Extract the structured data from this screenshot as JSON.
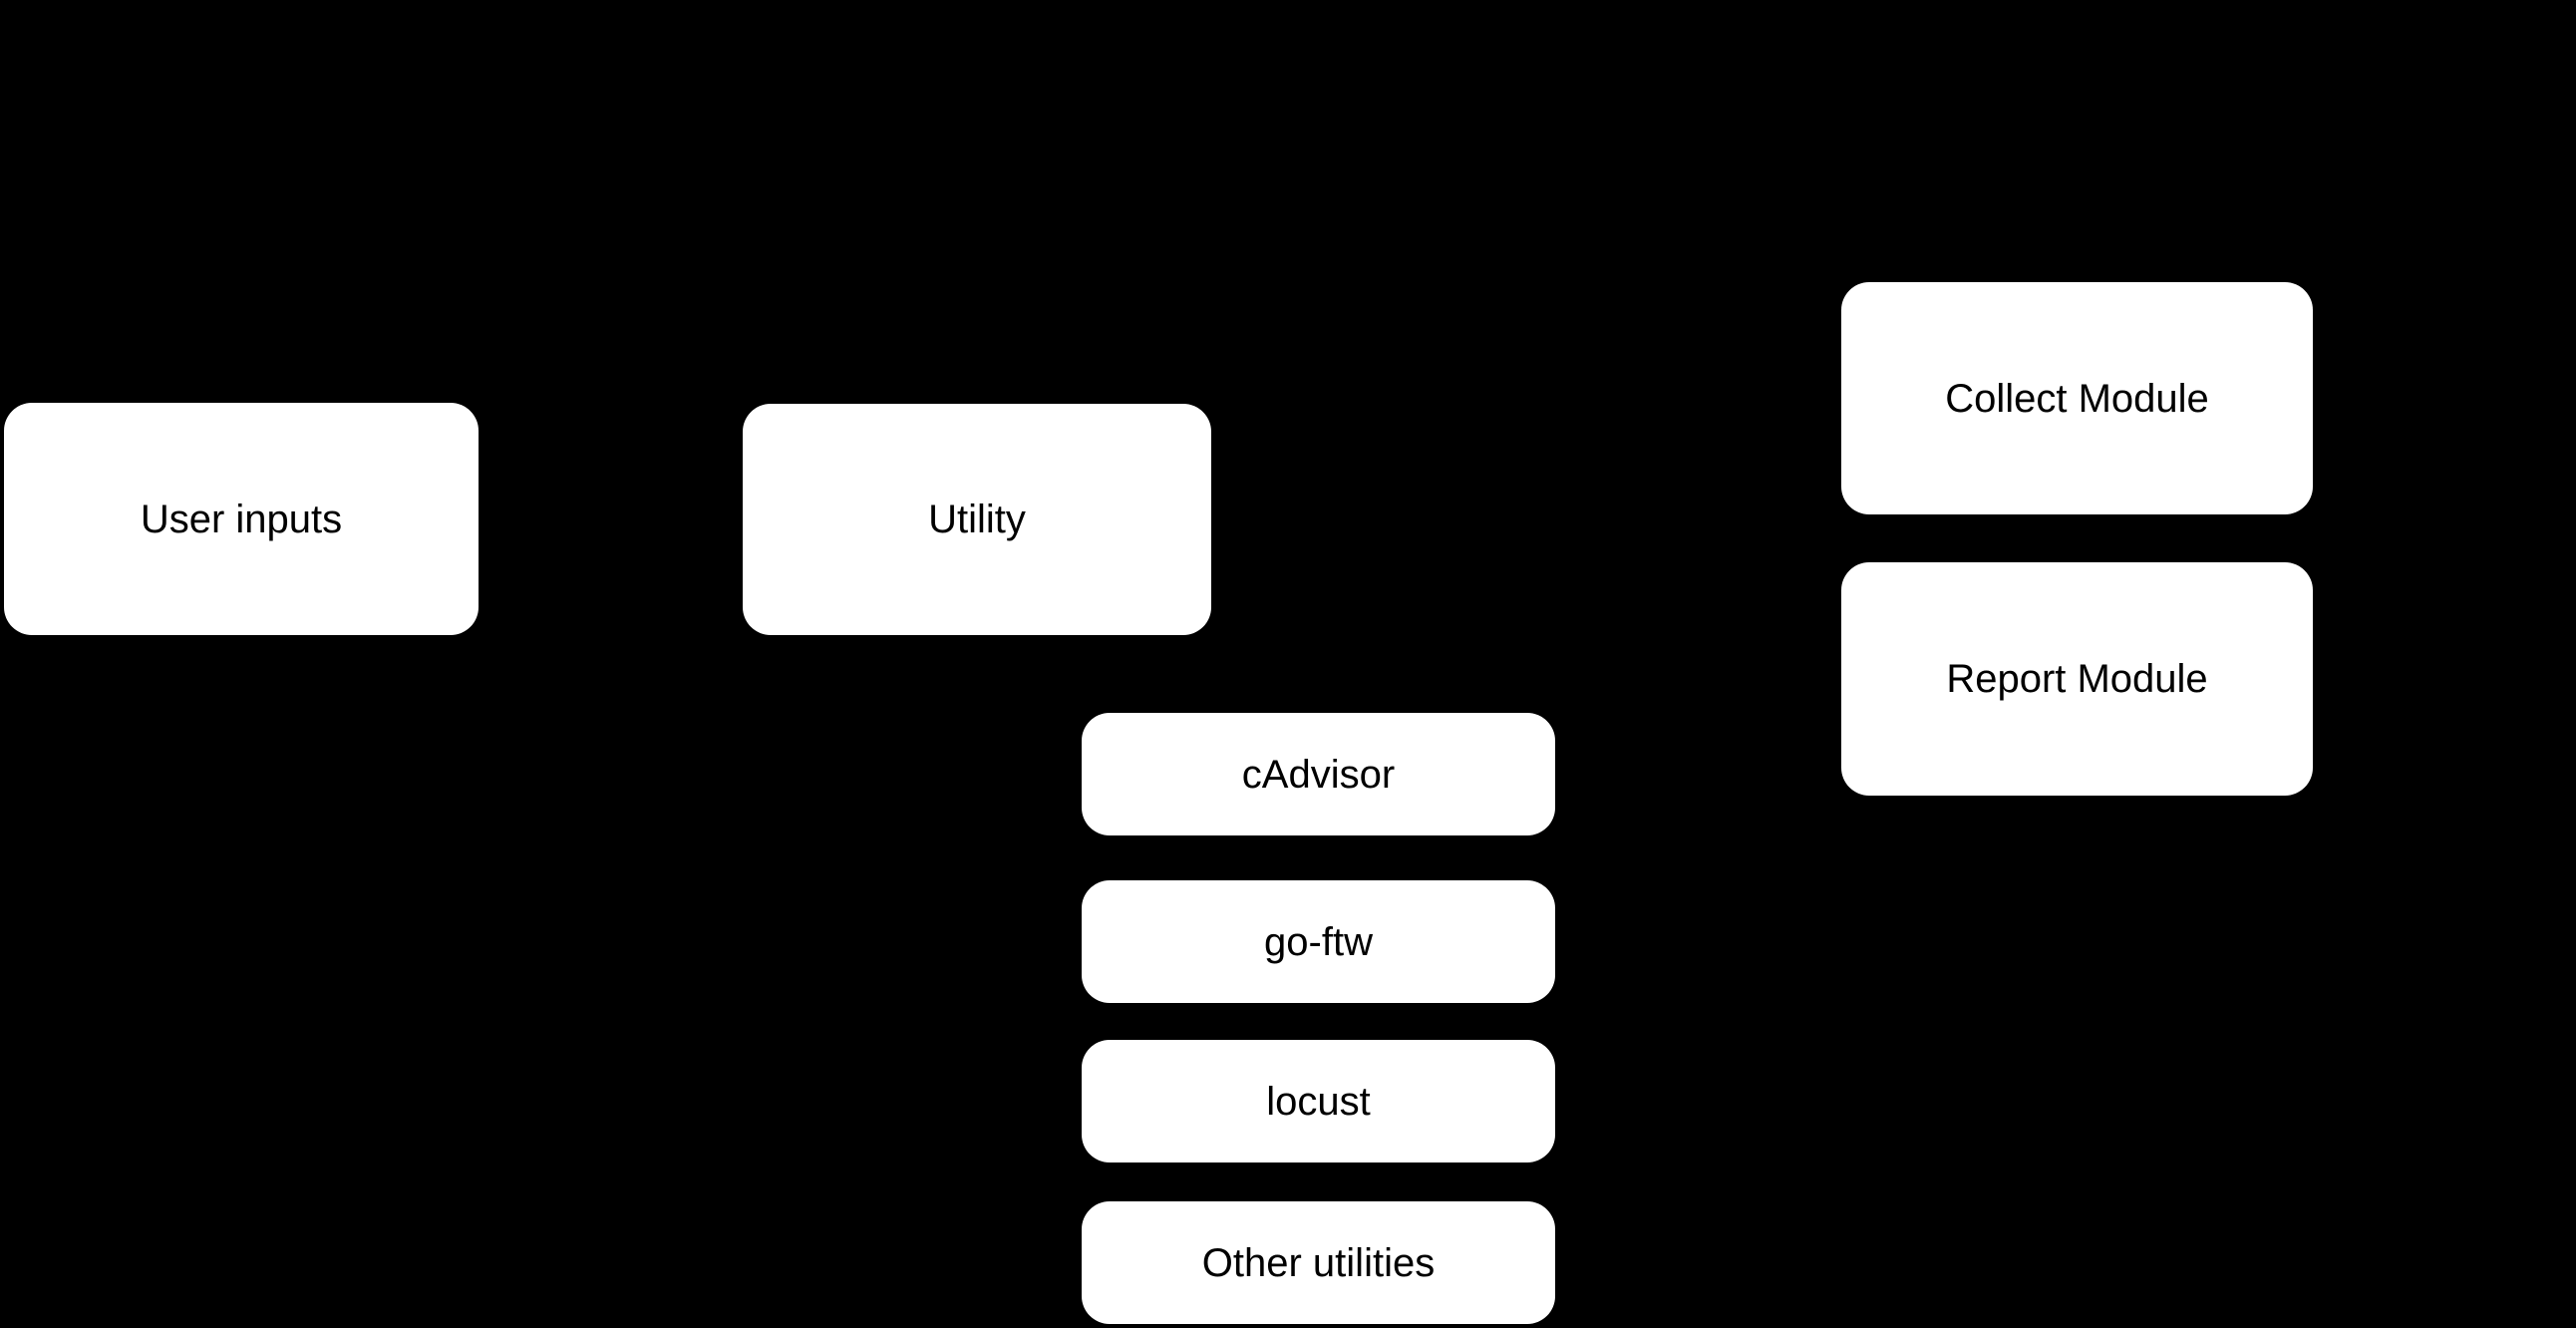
{
  "diagram": {
    "background_color": "#000000",
    "node_fill_color": "#ffffff",
    "node_text_color": "#000000",
    "nodes": [
      {
        "id": "user-inputs",
        "label": "User inputs"
      },
      {
        "id": "utility",
        "label": "Utility"
      },
      {
        "id": "collect-module",
        "label": "Collect Module"
      },
      {
        "id": "report-module",
        "label": "Report Module"
      },
      {
        "id": "cadvisor",
        "label": "cAdvisor"
      },
      {
        "id": "go-ftw",
        "label": "go-ftw"
      },
      {
        "id": "locust",
        "label": "locust"
      },
      {
        "id": "other-utilities",
        "label": "Other utilities"
      }
    ]
  }
}
